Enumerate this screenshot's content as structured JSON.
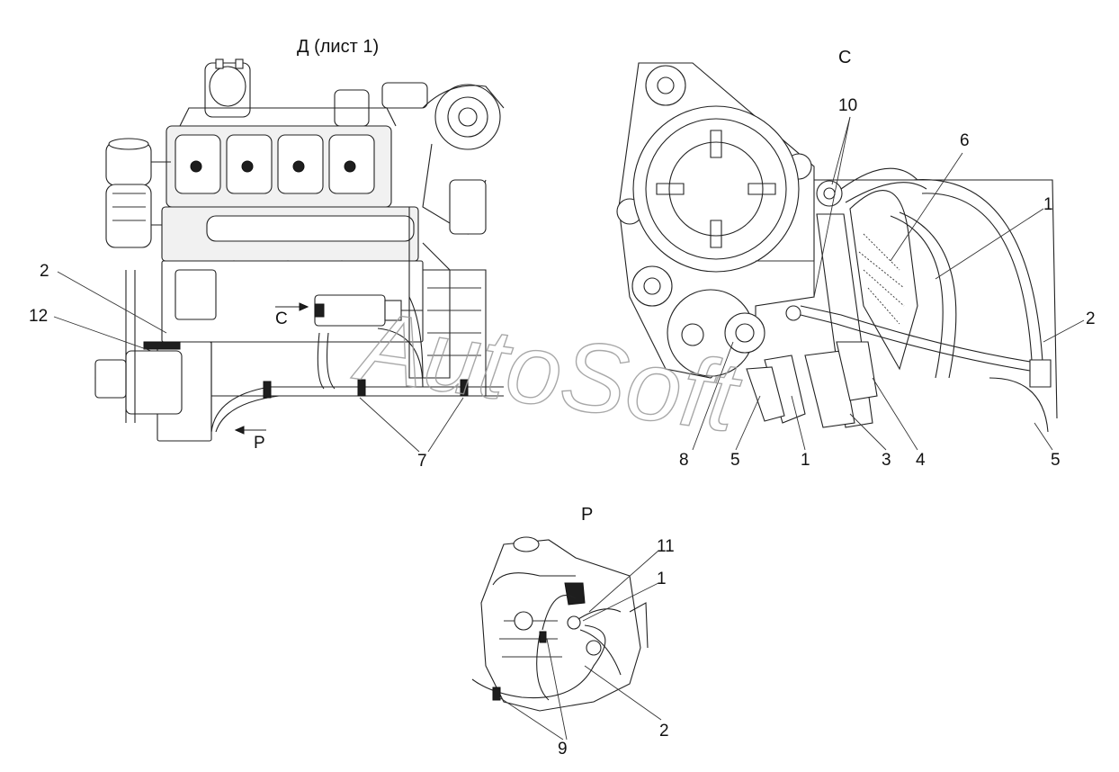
{
  "views": {
    "d": {
      "title": "Д (лист 1)"
    },
    "c": {
      "title": "C"
    },
    "p": {
      "title": "Р"
    }
  },
  "view_markers": {
    "c_arrow": "C",
    "p_arrow": "Р"
  },
  "watermark": "AutoSoft",
  "callouts": {
    "d_2": "2",
    "d_12": "12",
    "d_7": "7",
    "c_10": "10",
    "c_6": "6",
    "c_1a": "1",
    "c_2": "2",
    "c_8": "8",
    "c_5a": "5",
    "c_1b": "1",
    "c_3": "3",
    "c_4": "4",
    "c_5b": "5",
    "p_11": "11",
    "p_1": "1",
    "p_2": "2",
    "p_9": "9"
  }
}
